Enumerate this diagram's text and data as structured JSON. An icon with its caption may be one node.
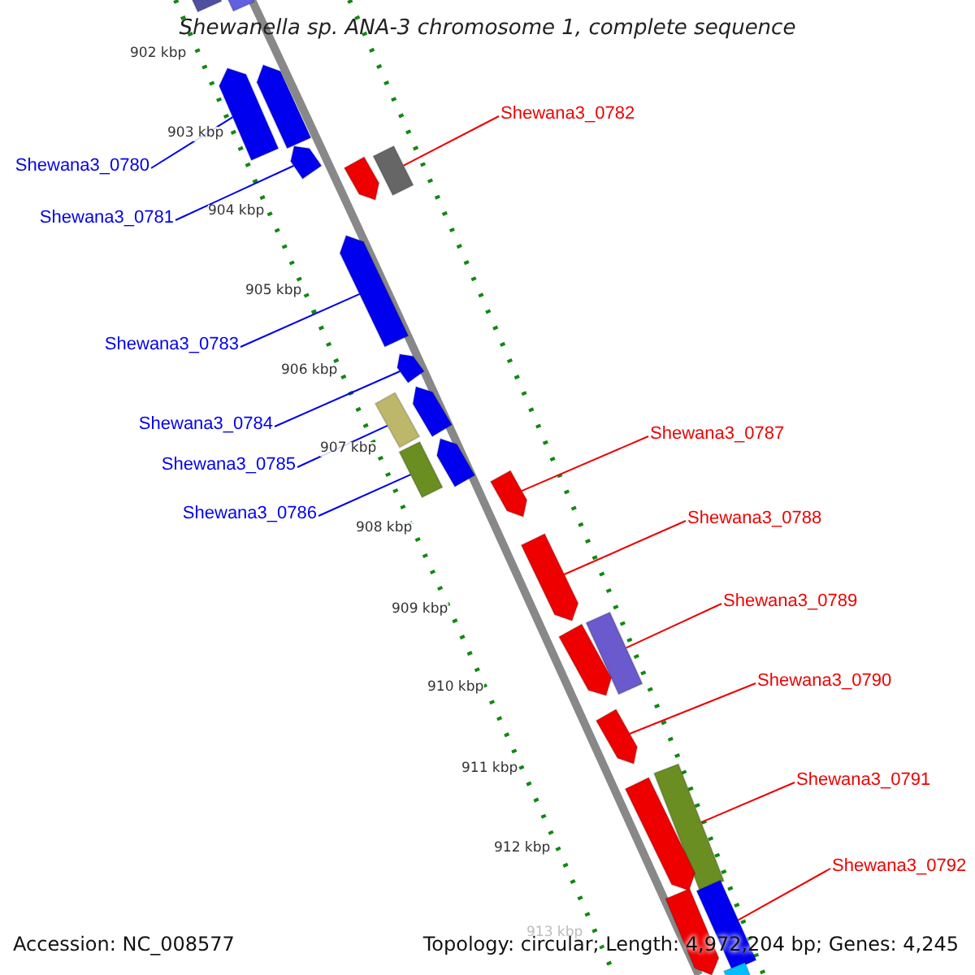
{
  "diagram": {
    "title": "Shewanella sp. ANA-3 chromosome 1, complete sequence",
    "nodes": [
      {
        "text": [
          "Shewana3_0780"
        ]
      },
      {
        "text": [
          "Shewana3_0781"
        ]
      },
      {
        "text": [
          "Shewana3_0782"
        ]
      },
      {
        "text": [
          "Shewana3_0783"
        ]
      },
      {
        "text": [
          "Shewana3_0784"
        ]
      },
      {
        "text": [
          "Shewana3_0785"
        ]
      },
      {
        "text": [
          "Shewana3_0786"
        ]
      },
      {
        "text": [
          "Shewana3_0787"
        ]
      },
      {
        "text": [
          "Shewana3_0788"
        ]
      },
      {
        "text": [
          "Shewana3_0789"
        ]
      },
      {
        "text": [
          "Shewana3_0790"
        ]
      },
      {
        "text": [
          "Shewana3_0791"
        ]
      },
      {
        "text": [
          "Shewana3_0792"
        ]
      },
      {
        "text": [],
        "shape": "box"
      },
      {
        "text": [],
        "shape": "box"
      },
      {
        "text": [],
        "shape": "arrow"
      },
      {
        "text": [],
        "shape": "arrow"
      },
      {
        "text": [],
        "shape": "arrow"
      },
      {
        "text": [],
        "shape": "arrow"
      },
      {
        "text": [],
        "shape": "box"
      },
      {
        "text": [],
        "shape": "arrow"
      },
      {
        "text": [],
        "shape": "arrow"
      },
      {
        "text": [],
        "shape": "arrow"
      },
      {
        "text": [],
        "shape": "box"
      },
      {
        "text": [],
        "shape": "box"
      },
      {
        "text": [],
        "shape": "arrow"
      },
      {
        "text": [],
        "shape": "arrow"
      },
      {
        "text": [],
        "shape": "arrow"
      },
      {
        "text": [],
        "shape": "box"
      },
      {
        "text": [],
        "shape": "arrow"
      },
      {
        "text": [],
        "shape": "arrow"
      },
      {
        "text": [],
        "shape": "box"
      },
      {
        "text": [],
        "shape": "arrow"
      },
      {
        "text": [],
        "shape": "box"
      },
      {
        "text": [],
        "shape": "arrow"
      },
      {
        "text": [],
        "shape": "box"
      }
    ],
    "edges": [
      {
        "from": 0,
        "to": 15,
        "arrow": "none",
        "color": "#0000ee"
      },
      {
        "from": 1,
        "to": 17,
        "arrow": "none",
        "color": "#0000ee"
      },
      {
        "from": 2,
        "to": 19,
        "arrow": "none"
      },
      {
        "from": 3,
        "to": 20,
        "arrow": "none",
        "color": "#0000ee"
      },
      {
        "from": 4,
        "to": 21,
        "arrow": "none",
        "color": "#0000ee"
      },
      {
        "from": 5,
        "to": 23,
        "arrow": "none",
        "color": "#0000ee"
      },
      {
        "from": 6,
        "to": 24,
        "arrow": "none",
        "color": "#0000ee"
      },
      {
        "from": 7,
        "to": 26,
        "arrow": "none"
      },
      {
        "from": 8,
        "to": 27,
        "arrow": "none"
      },
      {
        "from": 9,
        "to": 28,
        "arrow": "none"
      },
      {
        "from": 10,
        "to": 30,
        "arrow": "none"
      },
      {
        "from": 11,
        "to": 31,
        "arrow": "none"
      },
      {
        "from": 12,
        "to": 33,
        "arrow": "none"
      }
    ],
    "labels": [
      "902 kbp",
      "903 kbp",
      "904 kbp",
      "905 kbp",
      "906 kbp",
      "907 kbp",
      "908 kbp",
      "909 kbp",
      "910 kbp",
      "911 kbp",
      "912 kbp",
      "913 kbp",
      "Accession: NC_008577",
      "Topology: circular; Length: 4,972,204 bp; Genes: 4,245"
    ]
  }
}
